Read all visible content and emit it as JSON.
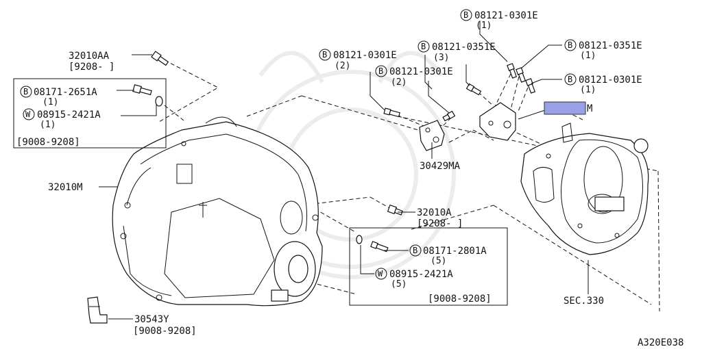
{
  "diagram_id": "A320E038",
  "highlight_color": "#9aa0e6",
  "parts": {
    "p32010AA": {
      "code": "32010AA",
      "date": "[9208-      ]"
    },
    "group_left": {
      "bolt": {
        "marker": "B",
        "code": "08171-2651A",
        "qty": "(1)"
      },
      "washer": {
        "marker": "W",
        "code": "08915-2421A",
        "qty": "(1)"
      },
      "date": "[9008-9208]"
    },
    "p32010M": {
      "code": "32010M"
    },
    "p30543Y": {
      "code": "30543Y",
      "date": "[9008-9208]"
    },
    "p30429MA": {
      "code": "30429MA"
    },
    "p32010A": {
      "code": "32010A",
      "date": "[9208-      ]"
    },
    "group_right": {
      "bolt": {
        "marker": "B",
        "code": "08171-2801A",
        "qty": "(5)"
      },
      "washer": {
        "marker": "W",
        "code": "08915-2421A",
        "qty": "(5)"
      },
      "date": "[9008-9208]"
    },
    "bolts_top": [
      {
        "marker": "B",
        "code": "08121-0301E",
        "qty": "(2)"
      },
      {
        "marker": "B",
        "code": "08121-0351E",
        "qty": "(3)"
      },
      {
        "marker": "B",
        "code": "08121-0301E",
        "qty": "(2)"
      },
      {
        "marker": "B",
        "code": "08121-0301E",
        "qty": "(1)"
      },
      {
        "marker": "B",
        "code": "08121-0351E",
        "qty": "(1)"
      },
      {
        "marker": "B",
        "code": "08121-0301E",
        "qty": "(1)"
      }
    ],
    "highlight_suffix": "M",
    "sec330": "SEC.330"
  }
}
